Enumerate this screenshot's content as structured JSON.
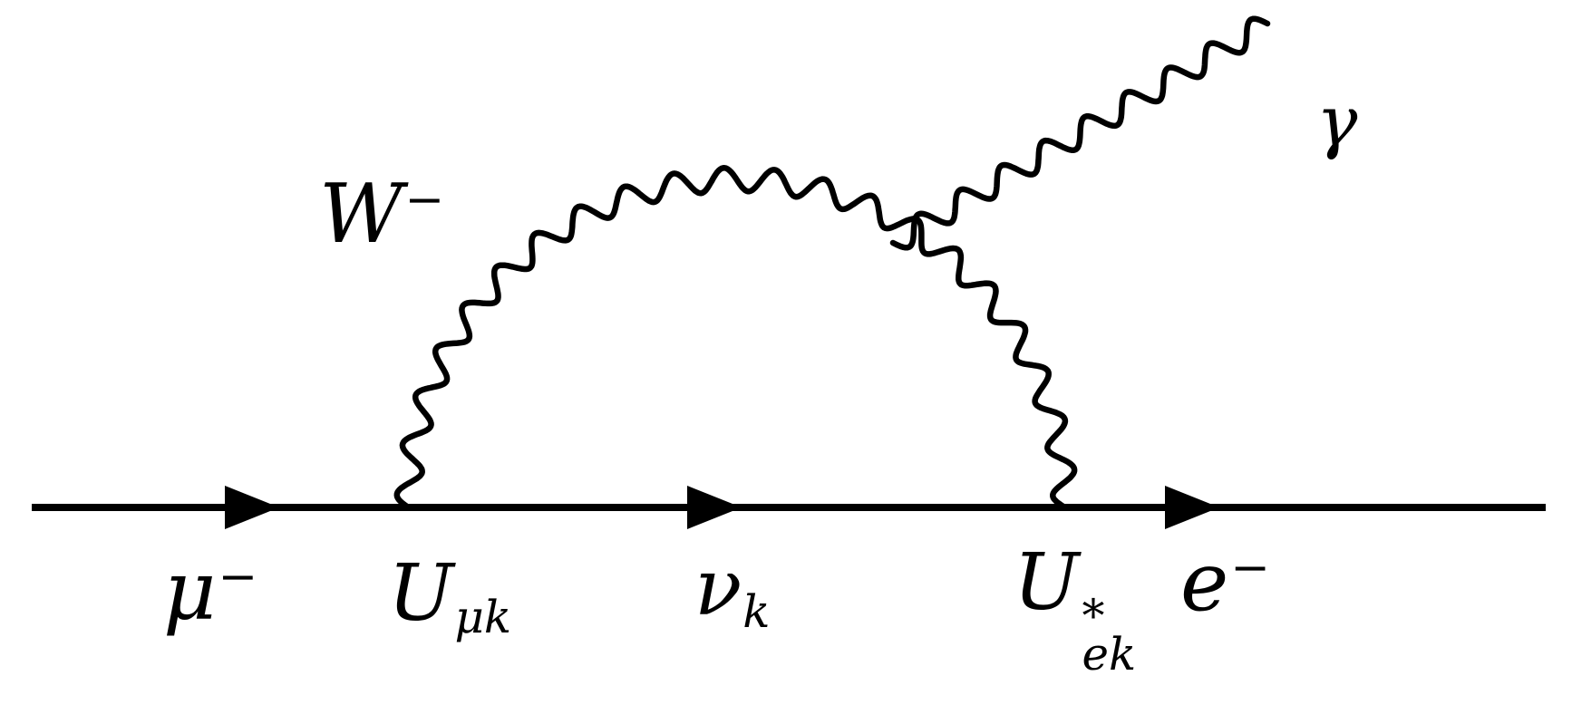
{
  "diagram": {
    "title": "feynman-diagram-mu-to-e-gamma",
    "labels": {
      "w_boson": {
        "main": "W",
        "sup": "−"
      },
      "photon": {
        "main": "γ"
      },
      "muon": {
        "main": "μ",
        "sup": "−"
      },
      "mixing_left": {
        "main": "U",
        "sub": "μk"
      },
      "neutrino": {
        "main": "ν",
        "sub": "k"
      },
      "mixing_right": {
        "main": "U",
        "sup": "*",
        "sub": "ek"
      },
      "electron": {
        "main": "e",
        "sup": "−"
      }
    },
    "colors": {
      "line": "#000000",
      "background": "#ffffff"
    }
  }
}
